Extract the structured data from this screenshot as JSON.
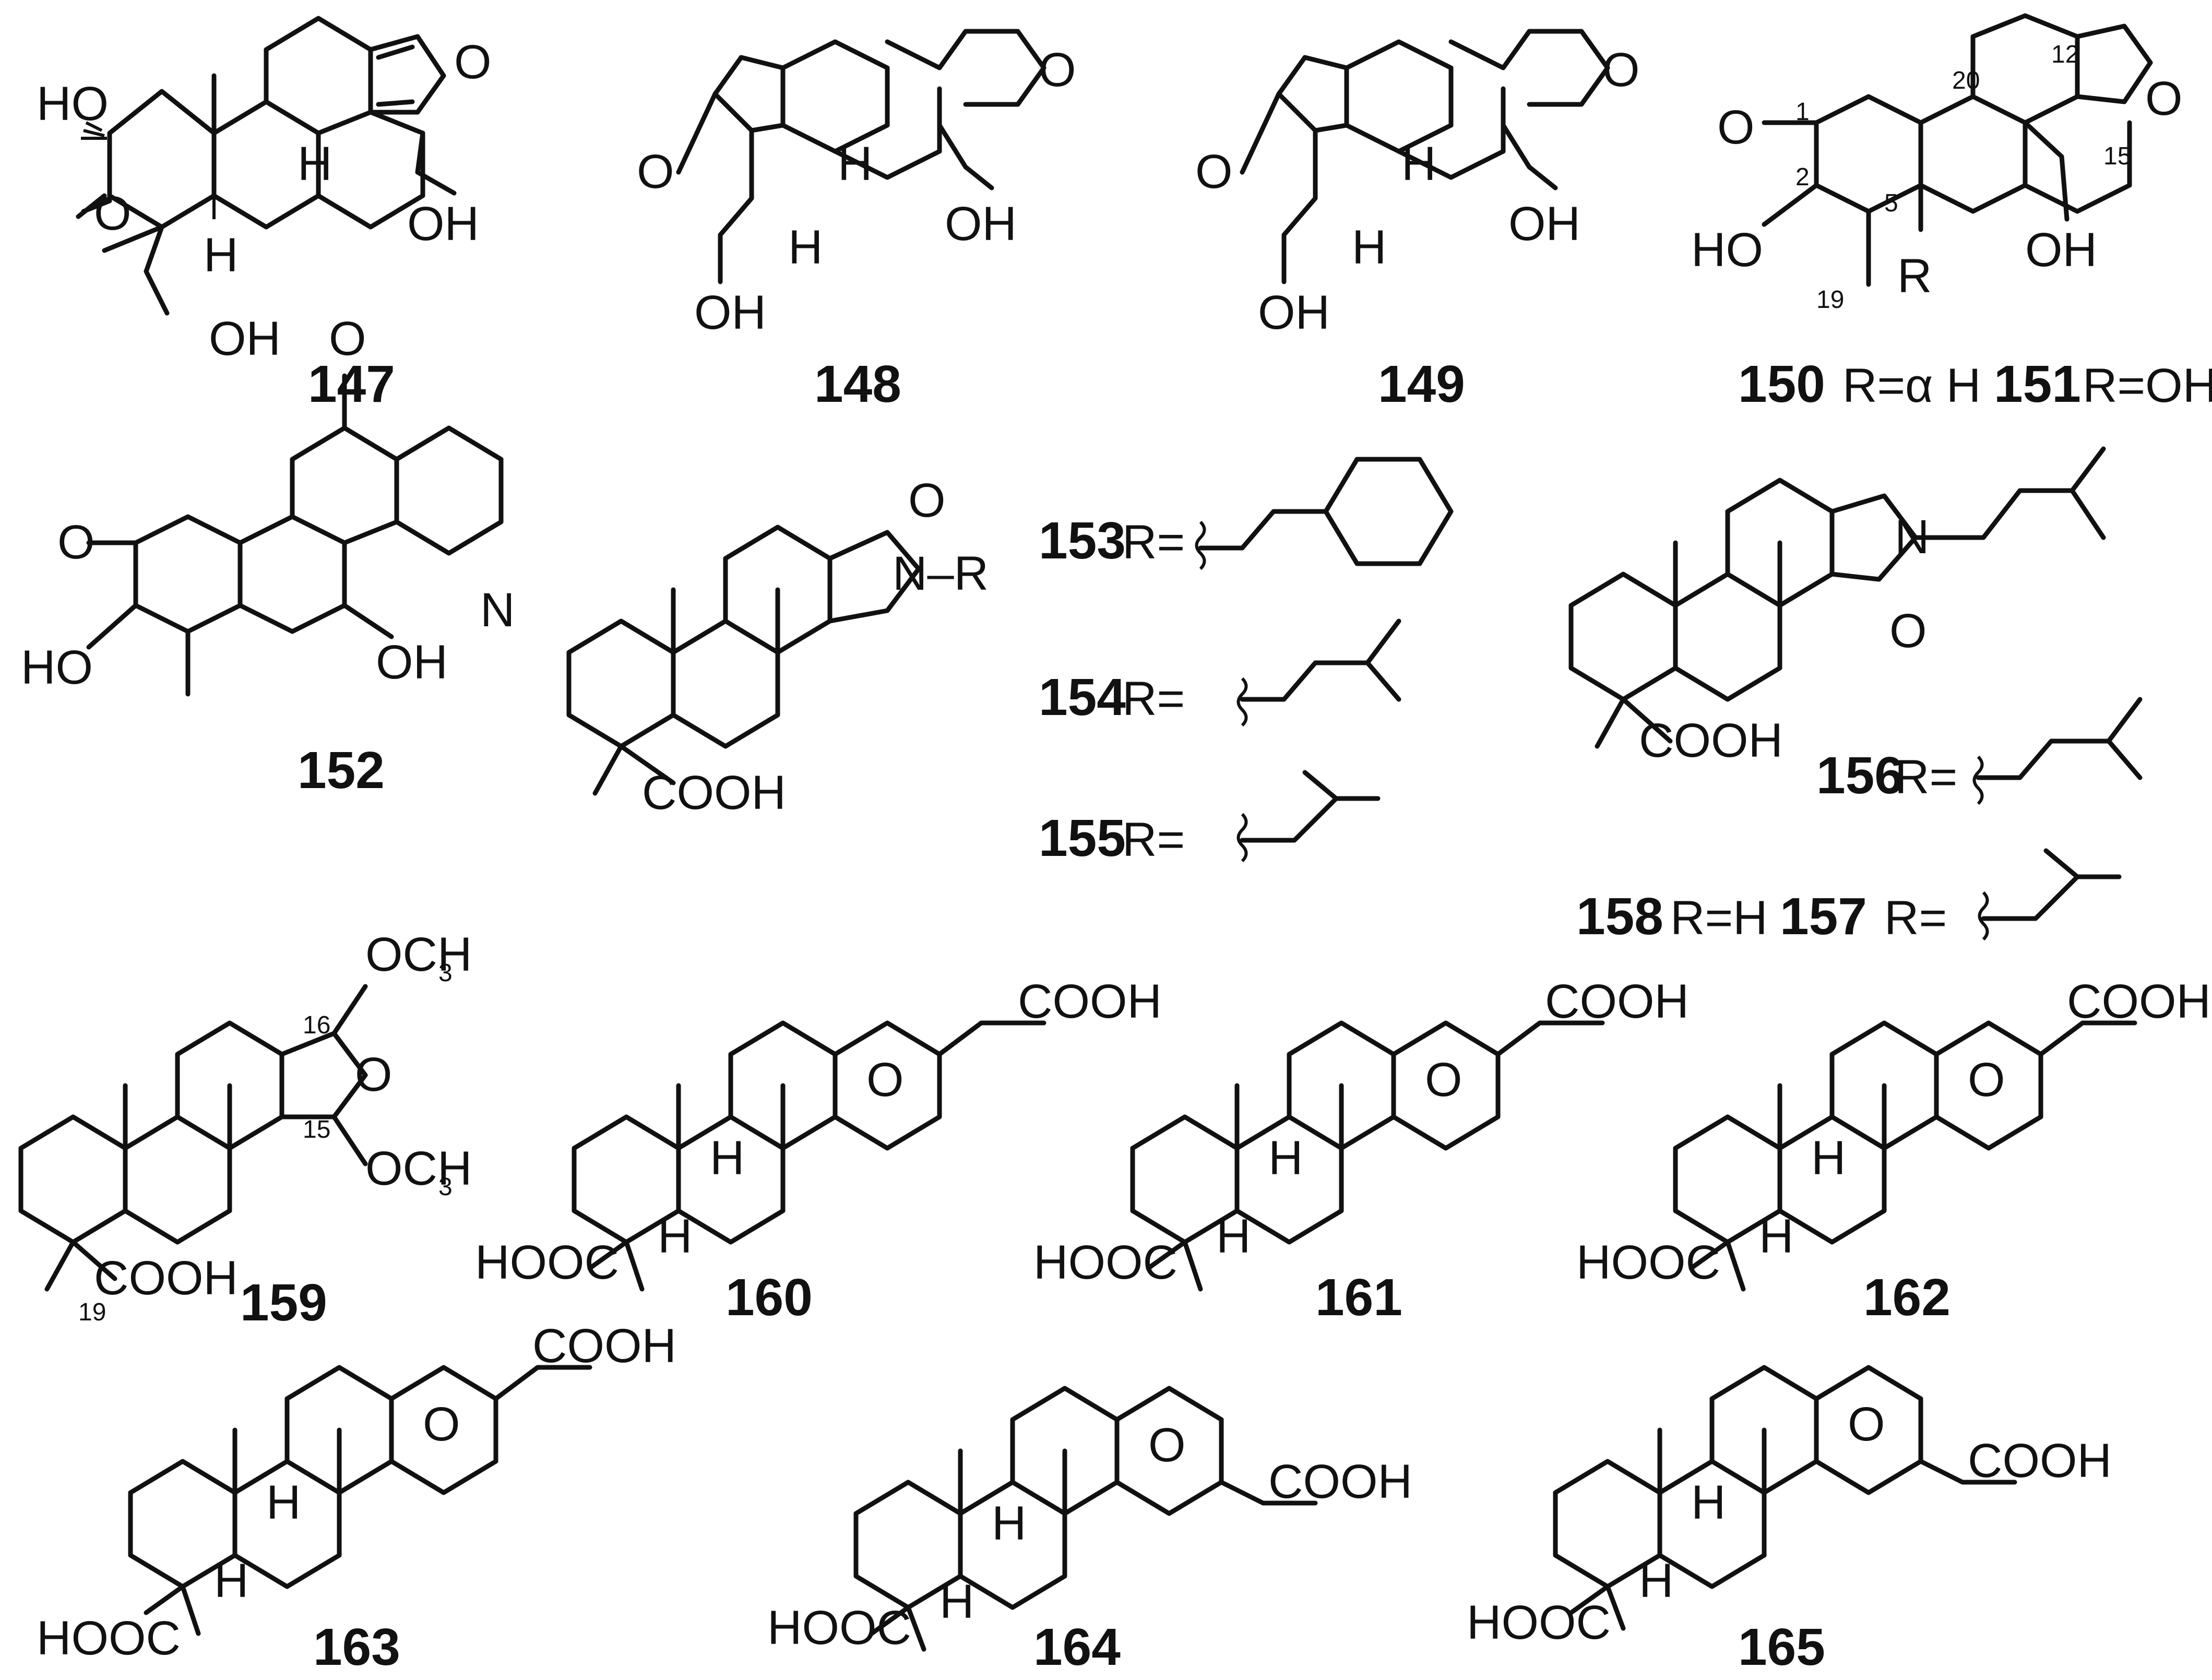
{
  "compounds": {
    "c147": {
      "id": "147"
    },
    "c148": {
      "id": "148"
    },
    "c149": {
      "id": "149"
    },
    "c150": {
      "id": "150",
      "r": "R=α H"
    },
    "c151": {
      "id": "151",
      "r": "R=OH"
    },
    "c152": {
      "id": "152"
    },
    "c153": {
      "id": "153",
      "r": "R="
    },
    "c154": {
      "id": "154",
      "r": "R="
    },
    "c155": {
      "id": "155",
      "r": "R="
    },
    "c156": {
      "id": "156",
      "r": "R="
    },
    "c157": {
      "id": "157",
      "r": "R="
    },
    "c158": {
      "id": "158",
      "r": "R=H"
    },
    "c159": {
      "id": "159"
    },
    "c160": {
      "id": "160"
    },
    "c161": {
      "id": "161"
    },
    "c162": {
      "id": "162"
    },
    "c163": {
      "id": "163"
    },
    "c164": {
      "id": "164"
    },
    "c165": {
      "id": "165"
    }
  },
  "atoms": {
    "ho": "HO",
    "oh": "OH",
    "o": "O",
    "h": "H",
    "n": "N",
    "n_r": "N–R",
    "r": "R",
    "cooh": "COOH",
    "hooc": "HOOC",
    "och3": "OCH",
    "sub3": "3"
  },
  "numbering": {
    "n1": "1",
    "n2": "2",
    "n5": "5",
    "n12": "12",
    "n15": "15",
    "n16": "16",
    "n19": "19",
    "n20": "20"
  }
}
